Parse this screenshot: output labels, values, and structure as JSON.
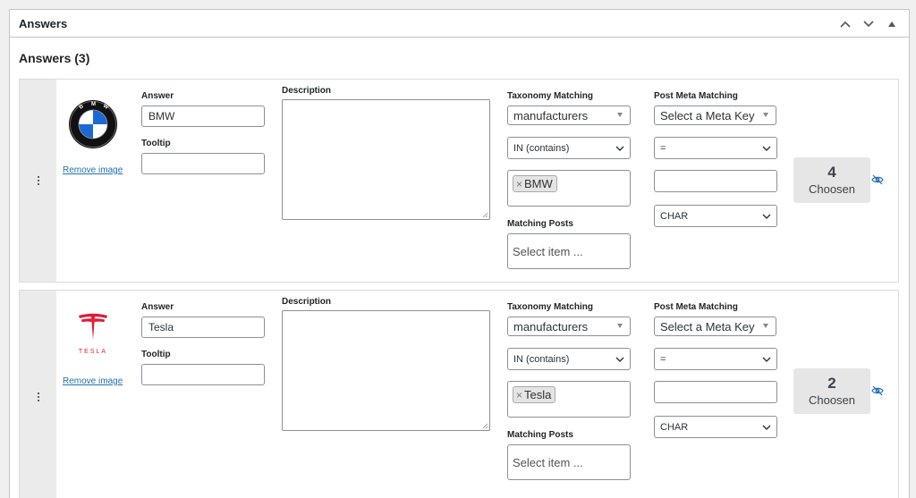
{
  "panel": {
    "title": "Answers",
    "controls": [
      "chevron-up-icon",
      "chevron-down-icon",
      "triangle-up-icon"
    ]
  },
  "section": {
    "heading": "Answers (3)"
  },
  "labels": {
    "answer": "Answer",
    "tooltip": "Tooltip",
    "description": "Description",
    "taxonomy_matching": "Taxonomy Matching",
    "post_meta_matching": "Post Meta Matching",
    "matching_posts": "Matching Posts",
    "remove_image": "Remove image"
  },
  "answers": [
    {
      "logo": "bmw-logo",
      "answer_value": "BMW",
      "tooltip_value": "",
      "description_value": "",
      "taxonomy_select": "manufacturers",
      "operator_select": "IN (contains)",
      "tags": [
        "BMW"
      ],
      "matching_posts_placeholder": "Select item ...",
      "meta_key_select": "Select a Meta Key",
      "compare_select": "=",
      "meta_value": "",
      "type_select": "CHAR",
      "chosen_count": "4",
      "chosen_label": "Choosen"
    },
    {
      "logo": "tesla-logo",
      "logo_text": "TESLA",
      "answer_value": "Tesla",
      "tooltip_value": "",
      "description_value": "",
      "taxonomy_select": "manufacturers",
      "operator_select": "IN (contains)",
      "tags": [
        "Tesla"
      ],
      "matching_posts_placeholder": "Select item ...",
      "meta_key_select": "Select a Meta Key",
      "compare_select": "=",
      "meta_value": "",
      "type_select": "CHAR",
      "chosen_count": "2",
      "chosen_label": "Choosen"
    }
  ],
  "colors": {
    "link": "#2271b1",
    "tesla_red": "#e31937",
    "bmw_blue": "#1c69d4",
    "handle_bg": "#ebebeb"
  }
}
